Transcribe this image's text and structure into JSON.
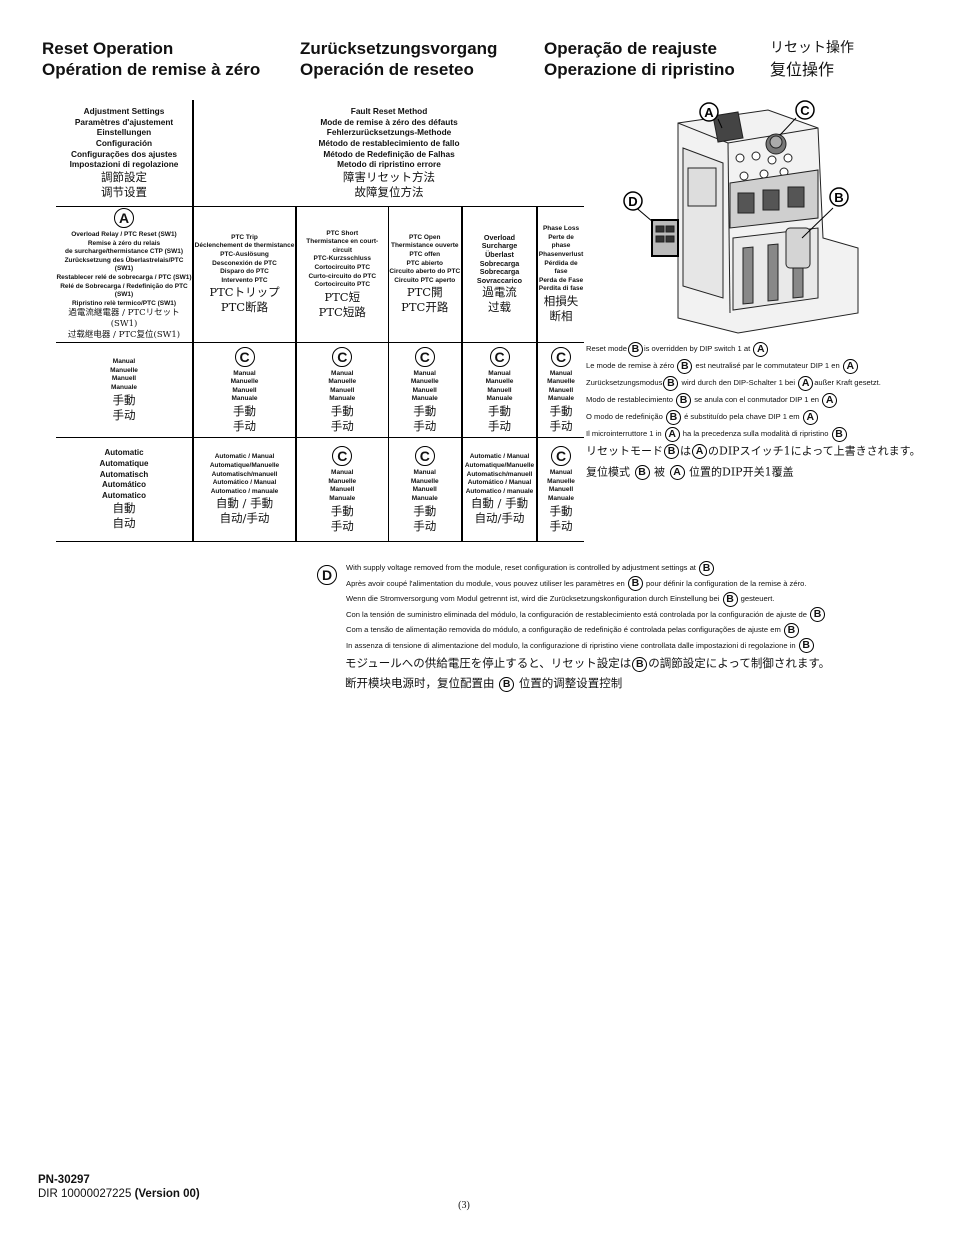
{
  "headings": {
    "col1": [
      "Reset Operation",
      "Opération de remise à zéro"
    ],
    "col2": [
      "Zurücksetzungsvorgang",
      "Operación de reseteo"
    ],
    "col3": [
      "Operação de reajuste",
      "Operazione di ripristino"
    ],
    "col4": [
      "リセット操作",
      "复位操作"
    ]
  },
  "table": {
    "adjustment_header": [
      "Adjustment Settings",
      "Paramètres d'ajustement",
      "Einstellungen",
      "Configuración",
      "Configurações dos ajustes",
      "Impostazioni di regolazione",
      "調節設定",
      "调节设置"
    ],
    "fault_header": [
      "Fault Reset Method",
      "Mode de remise à zéro des défauts",
      "Fehlerzurücksetzungs-Methode",
      "Método de restablecimiento de fallo",
      "Método de Redefinição de Falhas",
      "Metodo di ripristino errore",
      "障害リセット方法",
      "故障复位方法"
    ],
    "switch_label": [
      "Overload Relay / PTC Reset (SW1)",
      "Remise à zéro du relais",
      "de surcharge/thermistance CTP (SW1)",
      "Zurücksetzung des Überlastrelais/PTC (SW1)",
      "Restablecer relé de sobrecarga / PTC (SW1)",
      "Relé de Sobrecarga / Redefinição do PTC (SW1)",
      "Ripristino relè termico/PTC (SW1)",
      "過電流継電器 / PTCリセット (SW1)",
      "过载继电器 / PTC复位(SW1)"
    ],
    "columns": [
      {
        "lines": [
          "PTC Trip",
          "Déclenchement de thermistance",
          "PTC-Auslösung",
          "Desconexión de PTC",
          "Disparo do PTC",
          "Intervento PTC"
        ],
        "cjk": [
          "PTCトリップ",
          "PTC断路"
        ],
        "bold": false
      },
      {
        "lines": [
          "PTC Short",
          "Thermistance en court-circuit",
          "PTC-Kurzsschluss",
          "Cortocircuito PTC",
          "Curto-circuito do PTC",
          "Cortocircuito PTC"
        ],
        "cjk": [
          "PTC短",
          "PTC短路"
        ],
        "bold": false
      },
      {
        "lines": [
          "PTC Open",
          "Thermistance ouverte",
          "PTC offen",
          "PTC abierto",
          "Circuito aberto do PTC",
          "Circuito PTC aperto"
        ],
        "cjk": [
          "PTC開",
          "PTC开路"
        ],
        "bold": false
      },
      {
        "lines": [
          "Overload",
          "Surcharge",
          "Überlast",
          "Sobrecarga",
          "Sobrecarga",
          "Sovraccarico"
        ],
        "cjk": [
          "過電流",
          "过载"
        ],
        "bold": true
      },
      {
        "lines": [
          "Phase Loss",
          "Perte de phase",
          "Phasenverlust",
          "Pérdida de fase",
          "Perda de Fase",
          "Perdita di fase"
        ],
        "cjk": [
          "相損失",
          "断相"
        ],
        "bold": false
      }
    ],
    "manual_row": {
      "label": [
        "Manual",
        "Manuelle",
        "Manuell",
        "Manuale",
        "手動",
        "手动"
      ],
      "cells": [
        [
          "Manual",
          "Manuelle",
          "Manuell",
          "Manuale",
          "手動",
          "手动"
        ],
        [
          "Manual",
          "Manuelle",
          "Manuell",
          "Manuale",
          "手動",
          "手动"
        ],
        [
          "Manual",
          "Manuelle",
          "Manuell",
          "Manuale",
          "手動",
          "手动"
        ],
        [
          "Manual",
          "Manuelle",
          "Manuell",
          "Manuale",
          "手動",
          "手动"
        ],
        [
          "Manual",
          "Manuelle",
          "Manuell",
          "Manuale",
          "手動",
          "手动"
        ]
      ]
    },
    "auto_row": {
      "label": [
        "Automatic",
        "Automatique",
        "Automatisch",
        "Automático",
        "Automatico",
        "自動",
        "自动"
      ],
      "cells": [
        {
          "mark": false,
          "lines": [
            "Automatic / Manual",
            "Automatique/Manuelle",
            "Automatisch/manuell",
            "Automático / Manual",
            "Automatico / manuale"
          ],
          "cjk": [
            "自動 / 手動",
            "自动/手动"
          ]
        },
        {
          "mark": true,
          "lines": [
            "Manual",
            "Manuelle",
            "Manuell",
            "Manuale"
          ],
          "cjk": [
            "手動",
            "手动"
          ]
        },
        {
          "mark": true,
          "lines": [
            "Manual",
            "Manuelle",
            "Manuell",
            "Manuale"
          ],
          "cjk": [
            "手動",
            "手动"
          ]
        },
        {
          "mark": false,
          "lines": [
            "Automatic / Manual",
            "Automatique/Manuelle",
            "Automatisch/manuell",
            "Automático / Manual",
            "Automatico / manuale"
          ],
          "cjk": [
            "自動 / 手動",
            "自动/手动"
          ]
        },
        {
          "mark": true,
          "lines": [
            "Manual",
            "Manuelle",
            "Manuell",
            "Manuale"
          ],
          "cjk": [
            "手動",
            "手动"
          ]
        }
      ]
    }
  },
  "markers": {
    "a": "A",
    "b": "B",
    "c": "C",
    "d": "D"
  },
  "override_note": {
    "l1a": "Reset mode",
    "l1b": "is overridden by DIP switch 1 at",
    "l2a": "Le mode de remise à zéro",
    "l2b": "est neutralisé par le commutateur DIP 1 en",
    "l3a": "Zurücksetzungsmodus",
    "l3b": "wird durch den DIP-Schalter 1 bei",
    "l3c": "außer Kraft gesetzt.",
    "l4a": "Modo de restablecimiento",
    "l4b": "se anula con el conmutador DIP 1 en",
    "l5a": "O modo de redefinição",
    "l5b": "é substituído pela chave DIP 1 em",
    "l6a": "Il microinterruttore 1 in",
    "l6b": "ha la precedenza sulla modalità di ripristino",
    "jp_a": "リセットモード",
    "jp_b": "は",
    "jp_c": "のDIPスイッチ1によって上書きされます。",
    "cn_a": "复位模式",
    "cn_b": "被",
    "cn_c": "位置的DIP开关1覆盖"
  },
  "d_note": {
    "en": "With supply voltage removed from the module, reset configuration is controlled by adjustment settings at",
    "fr_a": "Après avoir coupé l'alimentation du module, vous pouvez utiliser les paramètres en",
    "fr_b": "pour définir la configuration de la remise à zéro.",
    "de_a": "Wenn die Stromversorgung vom Modul getrennt ist, wird die Zurücksetzungskonfiguration durch Einstellung bei",
    "de_b": "gesteuert.",
    "es": "Con la tensión de suministro eliminada del módulo, la configuración de restablecimiento está controlada por la configuración de ajuste de",
    "pt": "Com a tensão de alimentação removida do módulo, a configuração de redefinição é controlada pelas configurações de ajuste em",
    "it": "In assenza di tensione di alimentazione del modulo, la configurazione di ripristino viene controllata dalle impostazioni di regolazione in",
    "jp_a": "モジュールへの供給電圧を停止すると、リセット設定は",
    "jp_b": "の調節設定によって制御されます。",
    "cn_a": "断开模块电源时，复位配置由",
    "cn_b": "位置的调整设置控制"
  },
  "footer": {
    "pn": "PN-30297",
    "dir": "DIR 10000027225",
    "version": "(Version 00)",
    "page": "(3)"
  }
}
